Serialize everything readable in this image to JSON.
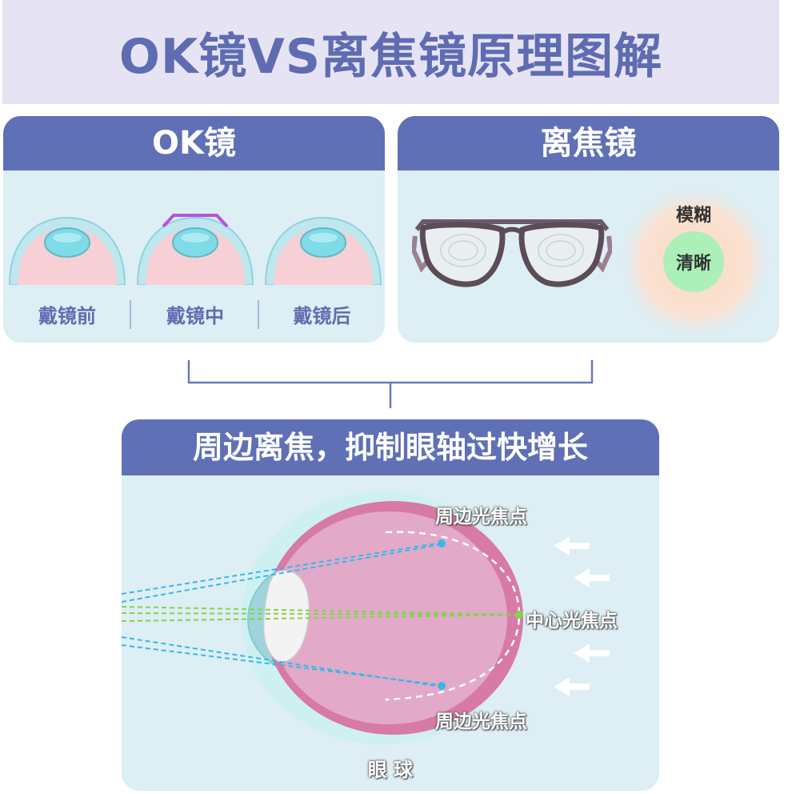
{
  "title": "OK镜VS离焦镜原理图解",
  "ok_panel": {
    "heading": "OK镜",
    "stages": [
      "戴镜前",
      "戴镜中",
      "戴镜后"
    ]
  },
  "defocus_panel": {
    "heading": "离焦镜",
    "blur_label": "模糊",
    "clear_label": "清晰"
  },
  "bottom_panel": {
    "heading": "周边离焦，抑制眼轴过快增长",
    "top_focus_label": "周边光焦点",
    "center_focus_label": "中心光焦点",
    "bottom_focus_label": "周边光焦点",
    "eyeball_label": "眼 球"
  },
  "colors": {
    "brand": "#5f70b6",
    "panel_bg": "#ddeef4",
    "peripheral_ray": "#35b8ea",
    "central_ray": "#86d24e",
    "eyeball": "#e3a9c8"
  }
}
